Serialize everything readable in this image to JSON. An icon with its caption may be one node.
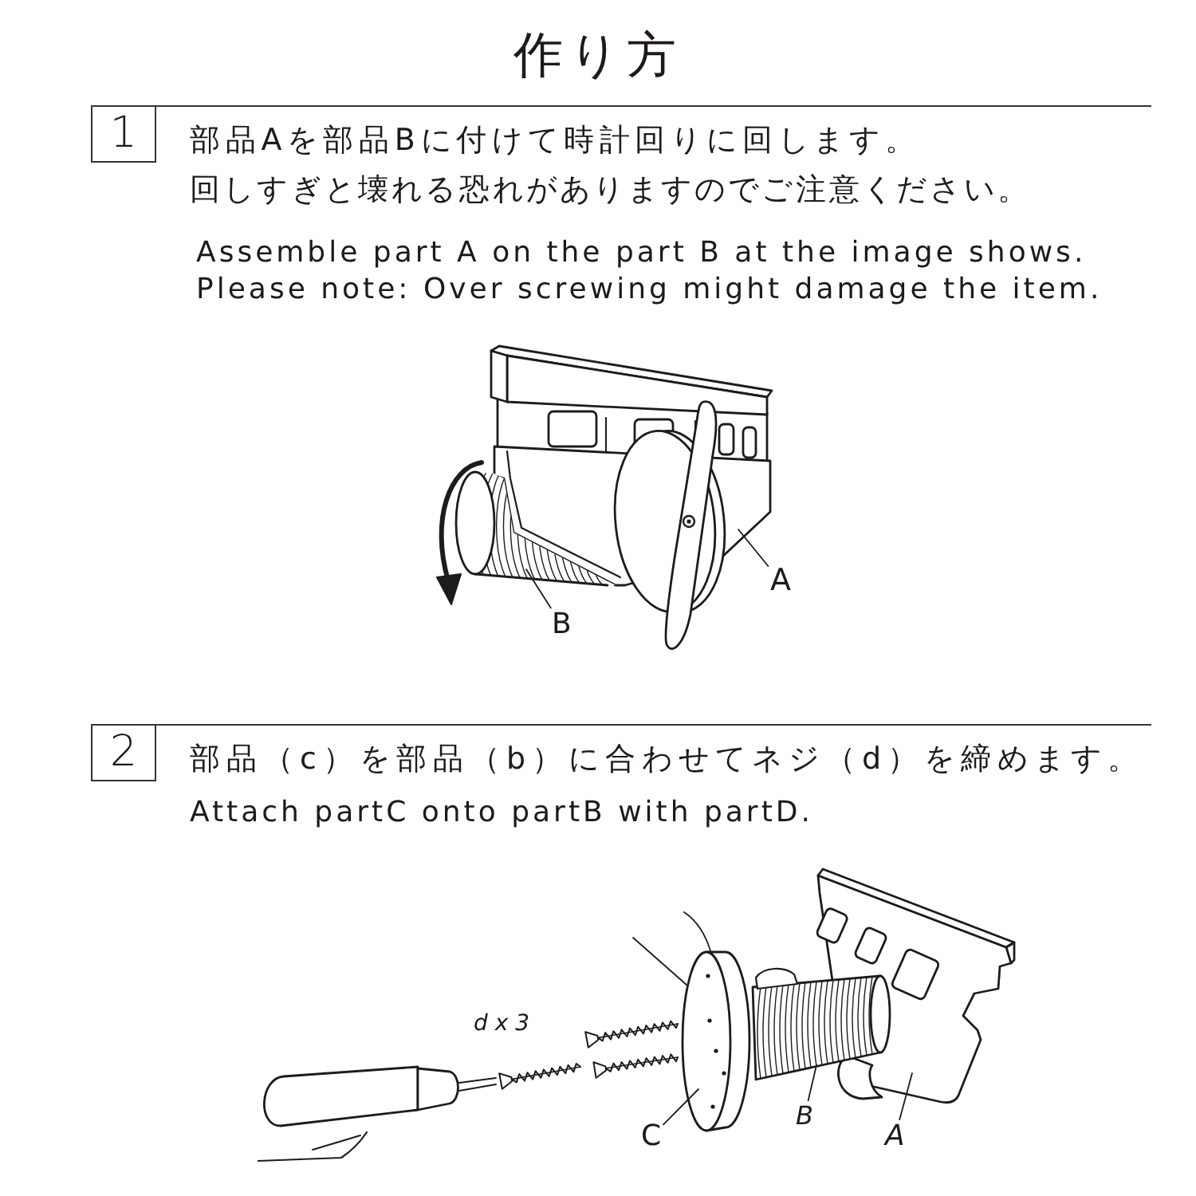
{
  "diagram": {
    "title": "作り方",
    "nodes": [
      {
        "text": [
          "1"
        ],
        "beside": [
          "部品Aを部品Bに付けて時計回りに回します。",
          "回しすぎと壊れる恐れがありますのでご注意ください。",
          "Assemble part A on the part B at the image shows.",
          "Please note: Over screwing might damage the item."
        ]
      },
      {
        "text": [],
        "shape": "picture"
      },
      {
        "text": [],
        "shape": "picture"
      },
      {
        "text": [
          "A"
        ]
      },
      {
        "text": [
          "B"
        ]
      },
      {
        "text": [
          "2"
        ],
        "beside": [
          "部品（c）を部品（b）に合わせてネジ（d）を締めます。",
          "Attach partC onto partB with partD."
        ]
      },
      {
        "text": [],
        "shape": "picture"
      },
      {
        "text": [],
        "shape": "picture"
      },
      {
        "text": [],
        "shape": "picture"
      },
      {
        "text": [
          "C"
        ]
      },
      {
        "text": [
          "B"
        ]
      },
      {
        "text": [
          "A"
        ]
      }
    ],
    "edges": [
      {
        "from": 3,
        "to": 2,
        "arrow": "none"
      },
      {
        "from": 4,
        "to": 1,
        "arrow": "none"
      },
      {
        "from": null,
        "to": 6,
        "arrow": "none"
      },
      {
        "from": null,
        "to": 6,
        "arrow": "none"
      },
      {
        "from": 9,
        "to": 6,
        "arrow": "none"
      },
      {
        "from": 10,
        "to": 7,
        "arrow": "none"
      },
      {
        "from": 11,
        "to": 8,
        "arrow": "none"
      }
    ],
    "labels": [
      "d x 3"
    ]
  }
}
